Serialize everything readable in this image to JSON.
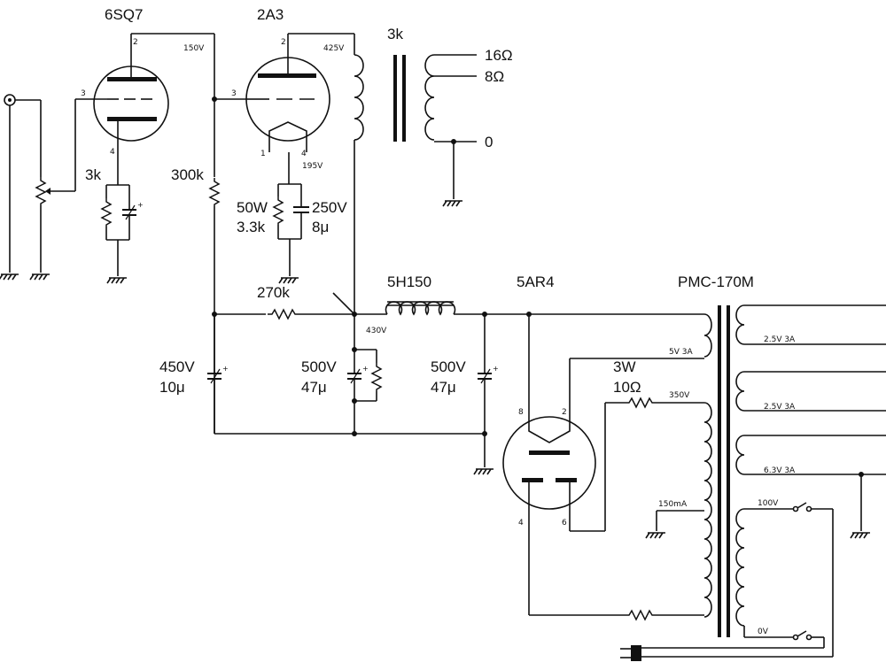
{
  "tubes": {
    "v1": {
      "name": "6SQ7",
      "pins": {
        "plate": "2",
        "grid": "3",
        "cathode": "4"
      }
    },
    "v2": {
      "name": "2A3",
      "pins": {
        "plate": "2",
        "grid": "3",
        "fil_a": "1",
        "fil_b": "4"
      }
    },
    "rect": {
      "name": "5AR4",
      "pins": {
        "p1": "8",
        "p2": "2",
        "p3": "4",
        "p4": "6"
      }
    }
  },
  "voltages": {
    "v1_plate": "150V",
    "v2_plate": "425V",
    "v2_cathode": "195V",
    "b_plus": "430V"
  },
  "output_transformer": {
    "label": "3k",
    "taps": [
      "16Ω",
      "8Ω",
      "0"
    ]
  },
  "choke": {
    "label": "5H150"
  },
  "power_transformer": {
    "label": "PMC-170M",
    "windings": [
      "2.5V 3A",
      "2.5V 3A",
      "6.3V 3A",
      "5V 3A",
      "350V",
      "150mA",
      "100V",
      "0V"
    ]
  },
  "components": {
    "r_cathode_v1": "3k",
    "r_grid_v2": "300k",
    "r_cathode_v2_w": "50W",
    "r_cathode_v2_v": "3.3k",
    "c_cathode_v2_v": "250V",
    "c_cathode_v2_c": "8μ",
    "r_dropper": "270k",
    "c1_v": "450V",
    "c1_c": "10μ",
    "c2_v": "500V",
    "c2_c": "47μ",
    "c3_v": "500V",
    "c3_c": "47μ",
    "r_rect_w": "3W",
    "r_rect_v": "10Ω"
  }
}
